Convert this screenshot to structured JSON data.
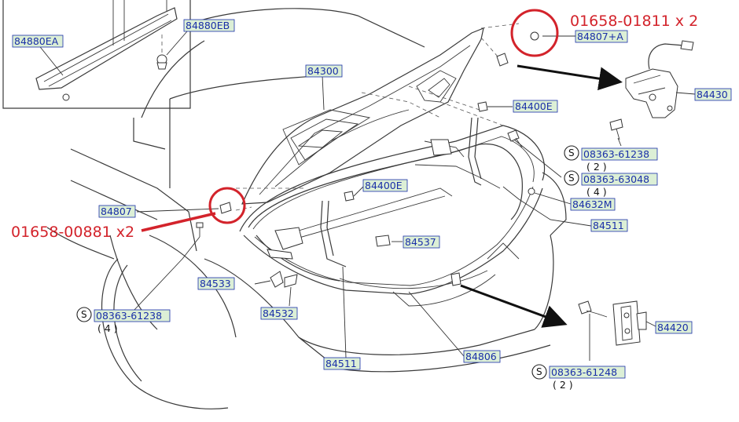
{
  "callouts": {
    "top_right": "01658-01811 x 2",
    "left": "01658-00881 x2"
  },
  "colors": {
    "callout_red": "#d3232b",
    "label_blue": "#1a2fa8",
    "label_fill": "#dcefd6",
    "line": "#3a3a3a"
  },
  "labels": {
    "p84880EA": "84880EA",
    "p84880EB": "84880EB",
    "p84300": "84300",
    "p84807A": "84807+A",
    "p84430": "84430",
    "p84400E_top": "84400E",
    "p84400E_mid": "84400E",
    "p84807": "84807",
    "p84537": "84537",
    "p84632M": "84632M",
    "p84511_right": "84511",
    "p84533": "84533",
    "p84532": "84532",
    "p84511_bottom": "84511",
    "p84806": "84806",
    "p84420": "84420"
  },
  "screws": [
    {
      "part": "08363-61238",
      "qty": "( 2 )",
      "symbol": "S"
    },
    {
      "part": "08363-63048",
      "qty": "( 4 )",
      "symbol": "S"
    },
    {
      "part": "08363-61238",
      "qty": "( 4 )",
      "symbol": "S"
    },
    {
      "part": "08363-61248",
      "qty": "( 2 )",
      "symbol": "S"
    }
  ]
}
